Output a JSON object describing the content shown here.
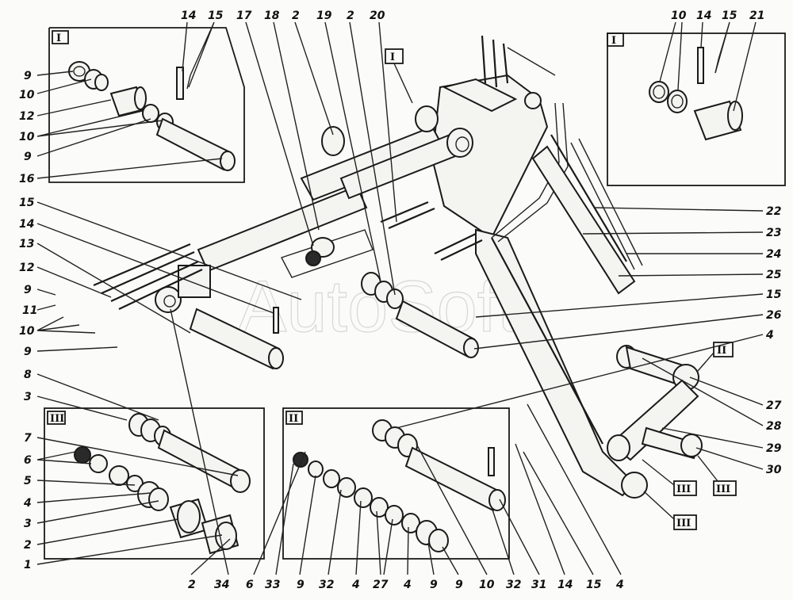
{
  "watermark": "AutoSoft",
  "frames": [
    {
      "name": "detail-frame-i-left",
      "label": "I"
    },
    {
      "name": "detail-frame-i-right",
      "label": "I"
    },
    {
      "name": "detail-frame-iii",
      "label": "III"
    },
    {
      "name": "detail-frame-ii",
      "label": "II"
    }
  ],
  "markers": [
    {
      "name": "marker-i-main",
      "label": "I"
    },
    {
      "name": "marker-ii-main",
      "label": "II"
    },
    {
      "name": "marker-iii-a",
      "label": "III"
    },
    {
      "name": "marker-iii-b",
      "label": "III"
    },
    {
      "name": "marker-iii-c",
      "label": "III"
    }
  ],
  "callouts": {
    "left": [
      "9",
      "10",
      "12",
      "10",
      "9",
      "16",
      "15",
      "14",
      "13",
      "12",
      "9",
      "11",
      "10",
      "9",
      "8",
      "3",
      "7",
      "6",
      "5",
      "4",
      "3",
      "2",
      "1"
    ],
    "top": [
      "14",
      "15",
      "17",
      "18",
      "2",
      "19",
      "2",
      "20"
    ],
    "top_right": [
      "10",
      "14",
      "15",
      "21"
    ],
    "right": [
      "22",
      "23",
      "24",
      "25",
      "15",
      "26",
      "4",
      "27",
      "28",
      "29",
      "30"
    ],
    "bottom": [
      "2",
      "34",
      "6",
      "33",
      "9",
      "32",
      "4",
      "27",
      "4",
      "9",
      "9",
      "10",
      "32",
      "31",
      "14",
      "15",
      "4"
    ]
  }
}
